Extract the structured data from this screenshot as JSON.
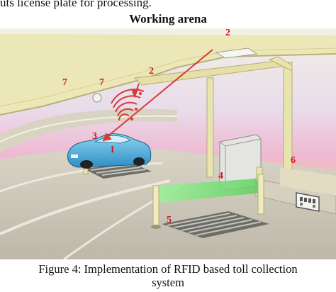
{
  "top_text": "uts license plate for processing.",
  "arena_title": "Working arena",
  "labels": {
    "n1": "1",
    "n2a": "2",
    "n2b": "2",
    "n3": "3",
    "n4": "4",
    "n5": "5",
    "n6": "6",
    "n7a": "7",
    "n7b": "7"
  },
  "caption": {
    "line1": "Figure 4: Implementation of RFID based toll collection",
    "line2": "system"
  },
  "colors": {
    "sky_top": "#eaeadc",
    "sky_pink": "#f0b6cc",
    "sky_orange": "#f4c79a",
    "road": "#c9c4b6",
    "canopy": "#ebe6b4",
    "car": "#4fb6e0",
    "beam": "#7ee07e",
    "signal": "#d83a3a",
    "label": "#cc1a1a"
  }
}
